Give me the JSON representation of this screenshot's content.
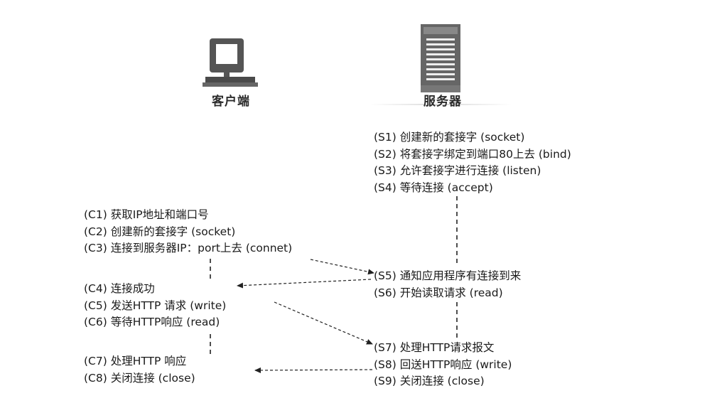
{
  "client": {
    "label": "客户端",
    "steps_group1": [
      "(C1) 获取IP地址和端口号",
      "(C2) 创建新的套接字 (socket)",
      "(C3) 连接到服务器IP：port上去 (connet)"
    ],
    "steps_group2": [
      "(C4) 连接成功",
      "(C5) 发送HTTP 请求 (write)",
      "(C6) 等待HTTP响应 (read)"
    ],
    "steps_group3": [
      "(C7) 处理HTTP 响应",
      "(C8) 关闭连接  (close)"
    ]
  },
  "server": {
    "label": "服务器",
    "steps_group1": [
      "(S1) 创建新的套接字 (socket)",
      "(S2) 将套接字绑定到端口80上去 (bind)",
      "(S3) 允许套接字进行连接 (listen)",
      "(S4) 等待连接 (accept)"
    ],
    "steps_group2": [
      "(S5) 通知应用程序有连接到来",
      "(S6) 开始读取请求 (read)"
    ],
    "steps_group3": [
      "(S7) 处理HTTP请求报文",
      "(S8) 回送HTTP响应 (write)",
      "(S9) 关闭连接 (close)"
    ]
  }
}
